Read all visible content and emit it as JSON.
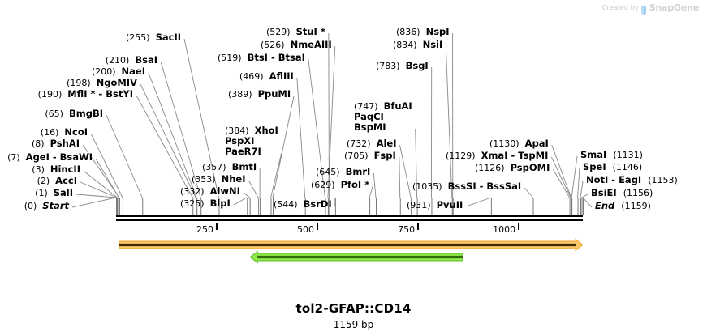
{
  "watermark": {
    "created_by": "Created by",
    "brand": "SnapGene",
    "logo_icon": "snapgene-logo-icon"
  },
  "sequence": {
    "name": "tol2-GFAP::CD14",
    "length_label": "1159 bp",
    "length": 1159,
    "start_label": "Start",
    "start_pos": "(0)",
    "end_label": "End",
    "end_pos": "(1159)"
  },
  "ruler": {
    "ticks": [
      {
        "label": "250",
        "value": 250
      },
      {
        "label": "500",
        "value": 500
      },
      {
        "label": "750",
        "value": 750
      },
      {
        "label": "1000",
        "value": 1000
      }
    ]
  },
  "features": [
    {
      "name": "orange-feature-arrow",
      "color": "#f0a830",
      "fill": "#f9c567",
      "direction": "right",
      "start": 8,
      "end": 1159
    },
    {
      "name": "green-feature-arrow",
      "color": "#5bbd2a",
      "fill": "#8ee84a",
      "direction": "left",
      "start": 333,
      "end": 861
    }
  ],
  "sites_left": [
    {
      "rows": [
        {
          "pos": "(255)",
          "enz": "SacII"
        }
      ],
      "site": 255
    },
    {
      "rows": [
        {
          "pos": "(210)",
          "enz": "BsaI"
        }
      ],
      "site": 210
    },
    {
      "rows": [
        {
          "pos": "(200)",
          "enz": "NaeI"
        }
      ],
      "site": 200
    },
    {
      "rows": [
        {
          "pos": "(198)",
          "enz": "NgoMIV"
        }
      ],
      "site": 198
    },
    {
      "rows": [
        {
          "pos": "(190)",
          "enz": "MflI * - BstYI"
        }
      ],
      "site": 190
    },
    {
      "rows": [
        {
          "pos": "(65)",
          "enz": "BmgBI"
        }
      ],
      "site": 65
    },
    {
      "rows": [
        {
          "pos": "(16)",
          "enz": "NcoI"
        }
      ],
      "site": 16
    },
    {
      "rows": [
        {
          "pos": "(8)",
          "enz": "PshAI"
        }
      ],
      "site": 8
    },
    {
      "rows": [
        {
          "pos": "(7)",
          "enz": "AgeI - BsaWI"
        }
      ],
      "site": 7
    },
    {
      "rows": [
        {
          "pos": "(3)",
          "enz": "HincII"
        }
      ],
      "site": 3
    },
    {
      "rows": [
        {
          "pos": "(2)",
          "enz": "AccI"
        }
      ],
      "site": 2
    },
    {
      "rows": [
        {
          "pos": "(1)",
          "enz": "SalI"
        }
      ],
      "site": 1
    },
    {
      "rows": [
        {
          "pos": "(0)",
          "enz": "Start",
          "italic": true
        }
      ],
      "site": 0
    }
  ],
  "sites_mid": [
    {
      "rows": [
        {
          "pos": "(529)",
          "enz": "StuI *"
        }
      ],
      "site": 529
    },
    {
      "rows": [
        {
          "pos": "(526)",
          "enz": "NmeAIII"
        }
      ],
      "site": 526
    },
    {
      "rows": [
        {
          "pos": "(519)",
          "enz": "BtsI - BtsaI"
        }
      ],
      "site": 519
    },
    {
      "rows": [
        {
          "pos": "(469)",
          "enz": "AflIII"
        }
      ],
      "site": 469
    },
    {
      "rows": [
        {
          "pos": "(389)",
          "enz": "PpuMI"
        }
      ],
      "site": 389
    },
    {
      "rows": [
        {
          "pos": "(384)",
          "enz": "XhoI"
        },
        {
          "pos": "",
          "enz": "PspXI"
        },
        {
          "pos": "",
          "enz": "PaeR7I"
        }
      ],
      "site": 384
    },
    {
      "rows": [
        {
          "pos": "(357)",
          "enz": "BmtI"
        }
      ],
      "site": 357
    },
    {
      "rows": [
        {
          "pos": "(353)",
          "enz": "NheI"
        }
      ],
      "site": 353
    },
    {
      "rows": [
        {
          "pos": "(332)",
          "enz": "AlwNI"
        }
      ],
      "site": 332
    },
    {
      "rows": [
        {
          "pos": "(325)",
          "enz": "BlpI"
        }
      ],
      "site": 325
    },
    {
      "rows": [
        {
          "pos": "(645)",
          "enz": "BmrI"
        }
      ],
      "site": 645
    },
    {
      "rows": [
        {
          "pos": "(629)",
          "enz": "PfoI *"
        }
      ],
      "site": 629
    },
    {
      "rows": [
        {
          "pos": "(544)",
          "enz": "BsrDI"
        }
      ],
      "site": 544
    }
  ],
  "sites_right": [
    {
      "rows": [
        {
          "pos": "(836)",
          "enz": "NspI"
        }
      ],
      "site": 836
    },
    {
      "rows": [
        {
          "pos": "(834)",
          "enz": "NsiI"
        }
      ],
      "site": 834
    },
    {
      "rows": [
        {
          "pos": "(783)",
          "enz": "BsgI"
        }
      ],
      "site": 783
    },
    {
      "rows": [
        {
          "pos": "(747)",
          "enz": "BfuAI"
        },
        {
          "pos": "",
          "enz": "PaqCI"
        },
        {
          "pos": "",
          "enz": "BspMI"
        }
      ],
      "site": 747
    },
    {
      "rows": [
        {
          "pos": "(732)",
          "enz": "AleI"
        }
      ],
      "site": 732
    },
    {
      "rows": [
        {
          "pos": "(705)",
          "enz": "FspI"
        }
      ],
      "site": 705
    },
    {
      "rows": [
        {
          "pos": "(1130)",
          "enz": "ApaI"
        }
      ],
      "site": 1130
    },
    {
      "rows": [
        {
          "pos": "(1129)",
          "enz": "XmaI - TspMI"
        }
      ],
      "site": 1129
    },
    {
      "rows": [
        {
          "pos": "(1126)",
          "enz": "PspOMI"
        }
      ],
      "site": 1126
    },
    {
      "rows": [
        {
          "pos": "(1035)",
          "enz": "BssSI - BssSaI"
        }
      ],
      "site": 1035
    },
    {
      "rows": [
        {
          "pos": "(931)",
          "enz": "PvuII"
        }
      ],
      "site": 931
    }
  ],
  "sites_far_right": [
    {
      "enz": "SmaI",
      "pos": "(1131)",
      "site": 1131
    },
    {
      "enz": "SpeI",
      "pos": "(1146)",
      "site": 1146
    },
    {
      "enz": "NotI - EagI",
      "pos": "(1153)",
      "site": 1153
    },
    {
      "enz": "BsiEI",
      "pos": "(1156)",
      "site": 1156
    },
    {
      "enz": "End",
      "pos": "(1159)",
      "site": 1159,
      "italic": true
    }
  ]
}
